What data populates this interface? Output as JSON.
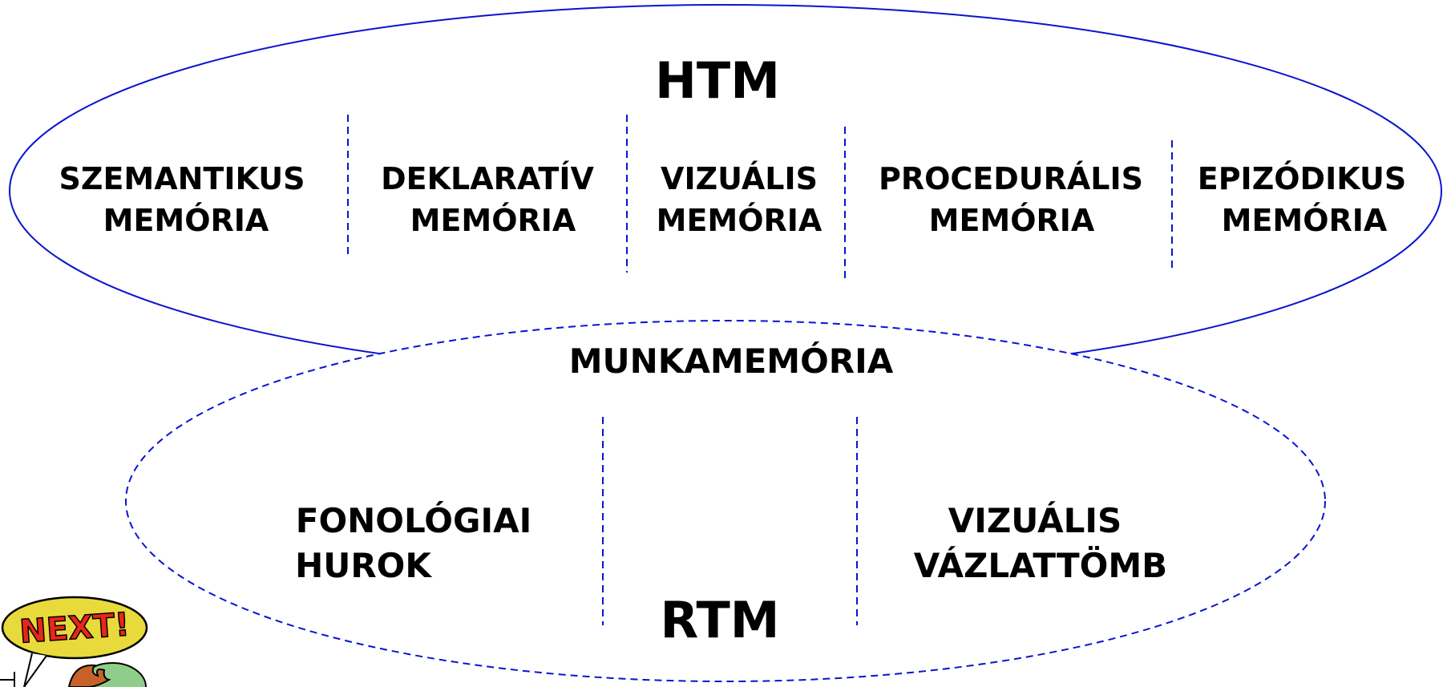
{
  "colors": {
    "outline": "#0a14d0",
    "text": "#000000",
    "next_button_fill": "#e8da3a",
    "next_text": "#e8261a",
    "character_green": "#8fce8a",
    "character_hair": "#c8622a"
  },
  "htm": {
    "title": "HTM",
    "columns": [
      {
        "line1": "SZEMANTIKUS",
        "line2": "MEMÓRIA"
      },
      {
        "line1": "DEKLARATÍV",
        "line2": "MEMÓRIA"
      },
      {
        "line1": "VIZUÁLIS",
        "line2": "MEMÓRIA"
      },
      {
        "line1": "PROCEDURÁLIS",
        "line2": "MEMÓRIA"
      },
      {
        "line1": "EPIZÓDIKUS",
        "line2": "MEMÓRIA"
      }
    ]
  },
  "rtm": {
    "title": "RTM",
    "subtitle": "MUNKAMEMÓRIA",
    "left": {
      "line1": "FONOLÓGIAI",
      "line2": "HUROK"
    },
    "right": {
      "line1": "VIZUÁLIS",
      "line2": "VÁZLATTÖMB"
    }
  },
  "next_button": {
    "label": "NEXT!",
    "icon": "cartoon-character-icon"
  }
}
